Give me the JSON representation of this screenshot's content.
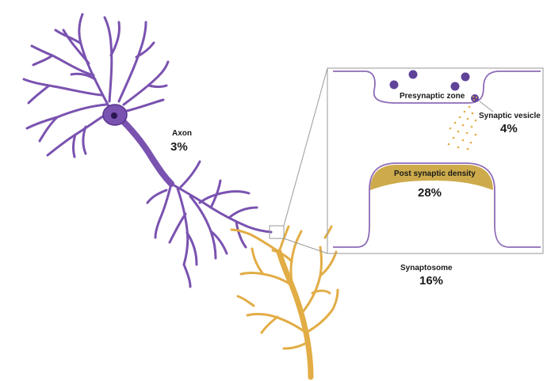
{
  "labels": {
    "axon_title": "Axon",
    "axon_value": "3%",
    "presynaptic": "Presynaptic zone",
    "vesicle_title": "Synaptic vesicle",
    "vesicle_value": "4%",
    "psd_title": "Post synaptic density",
    "psd_value": "28%",
    "synaptosome_title": "Synaptosome",
    "synaptosome_value": "16%"
  },
  "colors": {
    "neuron": "#7a52b0",
    "neuron_dark": "#5a3490",
    "dendrite": "#e2ad45",
    "psd_fill": "#cdab4c",
    "membrane": "#8e6bb8",
    "vesicle": "#5f4399",
    "zoom_lines": "#9a9a9a"
  }
}
